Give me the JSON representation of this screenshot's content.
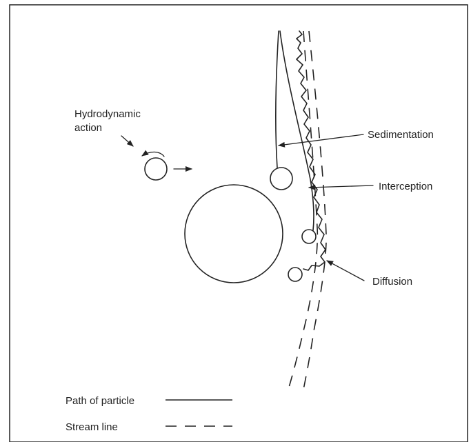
{
  "labels": {
    "hydrodynamic_line1": "Hydrodynamic",
    "hydrodynamic_line2": "action",
    "sedimentation": "Sedimentation",
    "interception": "Interception",
    "diffusion": "Diffusion"
  },
  "legend": {
    "path_of_particle": "Path of particle",
    "stream_line": "Stream line"
  }
}
